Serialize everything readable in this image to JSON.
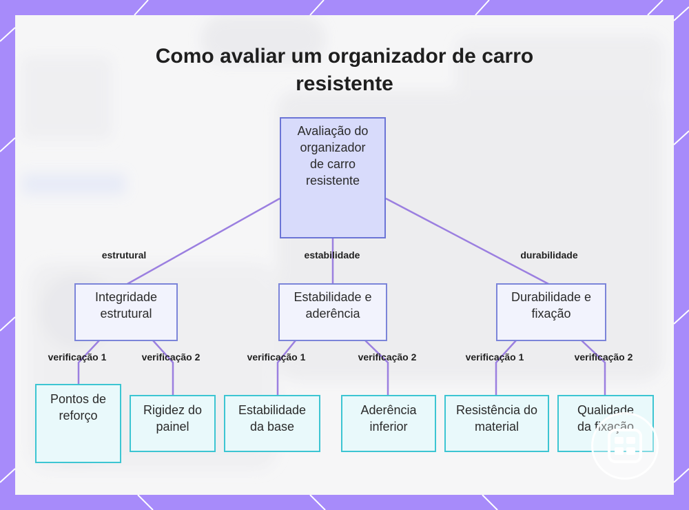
{
  "diagram": {
    "title": "Como avaliar um organizador de carro resistente",
    "root": {
      "label": "Avaliação do organizador de carro resistente"
    },
    "branches": [
      {
        "edge_label": "estrutural",
        "label": "Integridade estrutural",
        "children": [
          {
            "edge_label": "verificação 1",
            "label": "Pontos de reforço"
          },
          {
            "edge_label": "verificação 2",
            "label": "Rigidez do painel"
          }
        ]
      },
      {
        "edge_label": "estabilidade",
        "label": "Estabilidade e aderência",
        "children": [
          {
            "edge_label": "verificação 1",
            "label": "Estabilidade da base"
          },
          {
            "edge_label": "verificação 2",
            "label": "Aderência inferior"
          }
        ]
      },
      {
        "edge_label": "durabilidade",
        "label": "Durabilidade e fixação",
        "children": [
          {
            "edge_label": "verificação 1",
            "label": "Resistência do material"
          },
          {
            "edge_label": "verificação 2",
            "label": "Qualidade da fixação"
          }
        ]
      }
    ],
    "colors": {
      "root_fill": "#d8dbfb",
      "root_border": "#6b74d6",
      "mid_border": "#7b84d9",
      "leaf_border": "#3cc5d2",
      "connector": "#9b7fe0",
      "frame": "#a78bfa"
    },
    "icons": {
      "badge": "calendar-grid-icon"
    }
  }
}
